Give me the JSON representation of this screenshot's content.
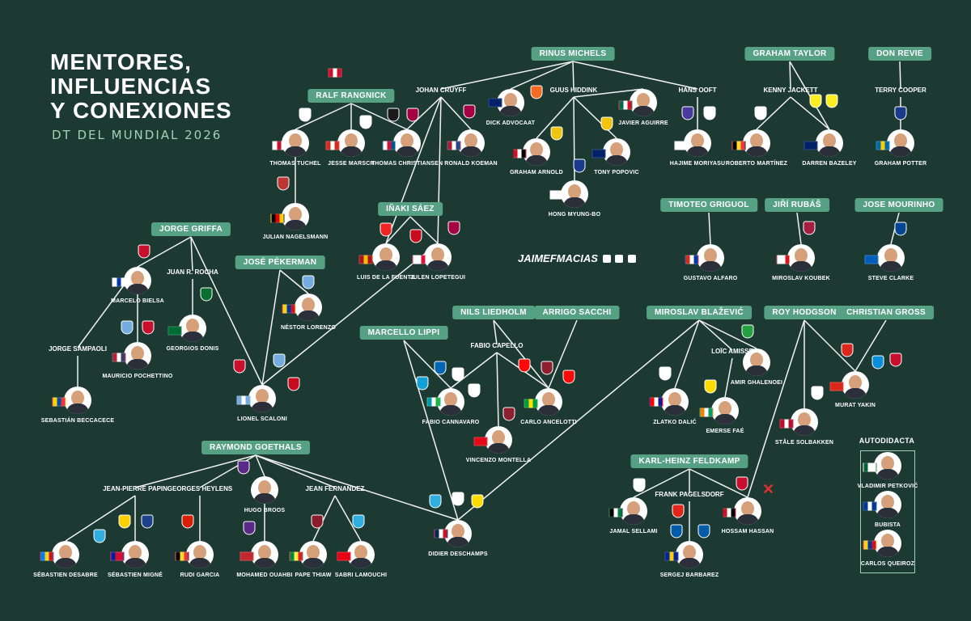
{
  "title": {
    "line1": "MENTORES,",
    "line2": "INFLUENCIAS",
    "line3": "Y CONEXIONES",
    "subtitle": "DT DEL MUNDIAL 2026"
  },
  "handle": "JAIMEFMACIAS",
  "mentors": {
    "rinus_michels": "RINUS MICHELS",
    "graham_taylor": "GRAHAM TAYLOR",
    "don_revie": "DON REVIE",
    "ralf_rangnick": "RALF RANGNICK",
    "inaki_saez": "IÑAKI SÁEZ",
    "jorge_griffa": "JORGE GRIFFA",
    "jose_pekerman": "JOSÉ PÉKERMAN",
    "timoteo_griguol": "TIMOTEO GRIGUOL",
    "jiri_rubas": "JIŘÍ RUBÁŠ",
    "jose_mourinho": "JOSE MOURINHO",
    "nils_liedholm": "NILS LIEDHOLM",
    "arrigo_sacchi": "ARRIGO SACCHI",
    "marcello_lippi": "MARCELLO LIPPI",
    "miroslav_blazevic": "MIROSLAV BLAŽEVIĆ",
    "roy_hodgson": "ROY HODGSON",
    "christian_gross": "CHRISTIAN GROSS",
    "raymond_goethals": "RAYMOND GOETHALS",
    "karl_heinz_feldkamp": "KARL-HEINZ FELDKAMP",
    "autodidacta": "AUTODIDACTA"
  },
  "intermediates": {
    "johan_cruyff": "JOHAN CRUYFF",
    "guus_hiddink": "GUUS HIDDINK",
    "hans_ooft": "HANS OOFT",
    "kenny_jackett": "KENNY JACKETT",
    "terry_cooper": "TERRY COOPER",
    "juan_r_rocha": "JUAN R. ROCHA",
    "jorge_sampaoli": "JORGE SAMPAOLI",
    "fabio_capello": "FABIO CAPELLO",
    "loic_amisse": "LOÏC AMISSE",
    "jean_pierre_papin": "JEAN-PIERRE PAPIN",
    "georges_heylens": "GEORGES HEYLENS",
    "jean_fernandez": "JEAN FERNANDEZ",
    "frank_pagelsdorf": "FRANK PAGELSDORF"
  },
  "coaches": {
    "dick_advocaat": "DICK ADVOCAAT",
    "javier_aguirre": "JAVIER AGUIRRE",
    "thomas_tuchel": "THOMAS TUCHEL",
    "jesse_marsch": "JESSE MARSCH",
    "thomas_christiansen": "THOMAS CHRISTIANSEN",
    "ronald_koeman": "RONALD KOEMAN",
    "graham_arnold": "GRAHAM ARNOLD",
    "tony_popovic": "TONY POPOVIC",
    "hajime_moriyasu": "HAJIME MORIYASU",
    "roberto_martinez": "ROBERTO MARTÍNEZ",
    "darren_bazeley": "DARREN BAZELEY",
    "graham_potter": "GRAHAM POTTER",
    "julian_nagelsmann": "JULIAN NAGELSMANN",
    "hong_myung_bo": "HONG MYUNG-BO",
    "luis_de_la_fuente": "LUIS DE LA FUENTE",
    "julen_lopetegui": "JULEN LOPETEGUI",
    "gustavo_alfaro": "GUSTAVO ALFARO",
    "miroslav_koubek": "MIROSLAV KOUBEK",
    "steve_clarke": "STEVE CLARKE",
    "marcelo_bielsa": "MARCELO BIELSA",
    "georgios_donis": "GEORGIOS DONIS",
    "nestor_lorenzo": "NÉSTOR LORENZO",
    "mauricio_pochettino": "MAURICIO POCHETTINO",
    "sebastian_beccacece": "SEBASTIÁN BECCACECE",
    "lionel_scaloni": "LIONEL SCALONI",
    "fabio_cannavaro": "FABIO CANNAVARO",
    "carlo_ancelotti": "CARLO ANCELOTTI",
    "vincenzo_montella": "VINCENZO MONTELLA",
    "zlatko_dalic": "ZLATKO DALIĆ",
    "amir_ghalenoei": "AMIR GHALENOEI",
    "emerse_fae": "EMERSE FAÉ",
    "stale_solbakken": "STÅLE SOLBAKKEN",
    "murat_yakin": "MURAT YAKIN",
    "hugo_broos": "HUGO BROOS",
    "sebastien_desabre": "SÉBASTIEN DESABRE",
    "sebastien_migne": "SÉBASTIEN MIGNÉ",
    "rudi_garcia": "RUDI GARCIA",
    "mohamed_ouahbi": "MOHAMED OUAHBI",
    "pape_thiaw": "PAPE THIAW",
    "sabri_lamouchi": "SABRI LAMOUCHI",
    "didier_deschamps": "DIDIER DESCHAMPS",
    "jamal_sellami": "JAMAL SELLAMI",
    "hossam_hassan": "HOSSAM HASSAN",
    "sergej_barbarez": "SERGEJ BARBAREZ",
    "vladimir_petkovic": "VLADIMIR PETKOVIĆ",
    "bubista": "BUBISTA",
    "carlos_queiroz": "CARLOS QUEIROZ"
  },
  "colors": {
    "background": "#1c3a32",
    "badge": "#56a184",
    "line": "#f2f2f2",
    "subtitle": "#9fd3b8"
  }
}
